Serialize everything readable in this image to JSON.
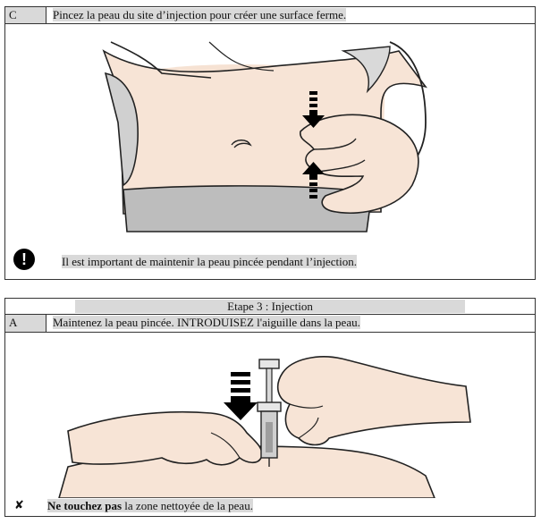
{
  "section1": {
    "step_letter": "C",
    "instruction": "Pincez la peau du site d’injection pour créer une surface ferme.",
    "warning_icon": "exclamation-circle-icon",
    "warning_text": "Il est important de maintenir la peau pincée pendant l’injection."
  },
  "section2": {
    "header": "Etape 3 : Injection",
    "step_letter": "A",
    "instruction": "Maintenez la peau pincée. INTRODUISEZ l'aiguille dans la peau.",
    "cross_icon": "cross-mark-icon",
    "cross_symbol": "✘",
    "note_bold": "Ne touchez pas",
    "note_rest": " la zone nettoyée de la peau."
  }
}
